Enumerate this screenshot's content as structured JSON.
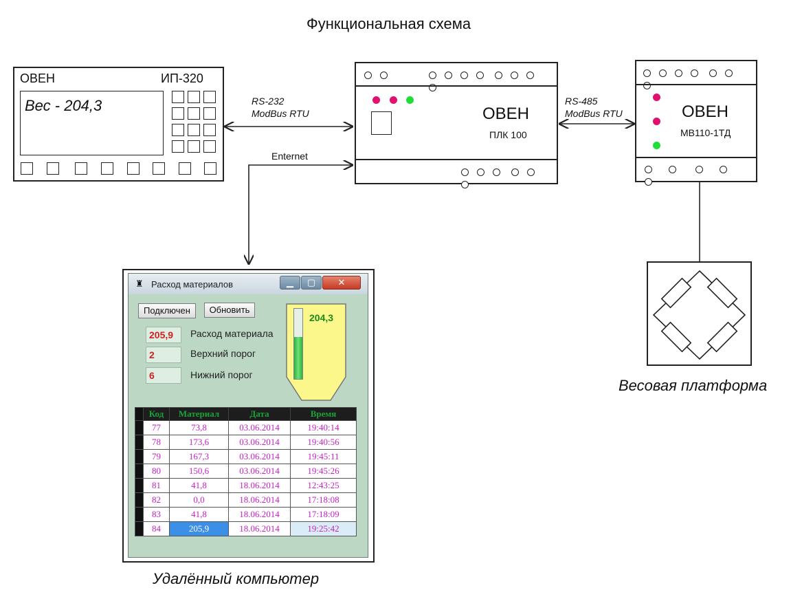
{
  "title": "Функциональная схема",
  "ip320": {
    "brand": "ОВЕН",
    "model": "ИП-320",
    "display": "Вес - 204,3"
  },
  "link_rs232": {
    "line1": "RS-232",
    "line2": "ModBus RTU"
  },
  "link_internet": "Enternet",
  "plc": {
    "brand": "ОВЕН",
    "model": "ПЛК 100"
  },
  "link_rs485": {
    "line1": "RS-485",
    "line2": "ModBus RTU"
  },
  "mb": {
    "brand": "ОВЕН",
    "model": "МВ110-1ТД"
  },
  "platform_label": "Весовая платформа",
  "computer_label": "Удалённый компьютер",
  "window": {
    "title": "Расход материалов",
    "buttons": {
      "connected": "Подключен",
      "refresh": "Обновить"
    },
    "fields": [
      {
        "value": "205,9",
        "label": "Расход материала"
      },
      {
        "value": "2",
        "label": "Верхний порог"
      },
      {
        "value": "6",
        "label": "Нижний порог"
      }
    ],
    "hopper_value": "204,3",
    "hopper_level": 0.6,
    "table": {
      "columns": [
        "Код",
        "Материал",
        "Дата",
        "Время"
      ],
      "rows": [
        [
          "77",
          "73,8",
          "03.06.2014",
          "19:40:14"
        ],
        [
          "78",
          "173,6",
          "03.06.2014",
          "19:40:56"
        ],
        [
          "79",
          "167,3",
          "03.06.2014",
          "19:45:11"
        ],
        [
          "80",
          "150,6",
          "03.06.2014",
          "19:45:26"
        ],
        [
          "81",
          "41,8",
          "18.06.2014",
          "12:43:25"
        ],
        [
          "82",
          "0,0",
          "18.06.2014",
          "17:18:08"
        ],
        [
          "83",
          "41,8",
          "18.06.2014",
          "17:18:09"
        ],
        [
          "84",
          "205,9",
          "18.06.2014",
          "19:25:42"
        ]
      ]
    }
  },
  "colors": {
    "led_magenta": "#e0106e",
    "led_green": "#22dd33",
    "window_bg": "#bcd7c4",
    "hopper_fill": "#fbf78a"
  }
}
